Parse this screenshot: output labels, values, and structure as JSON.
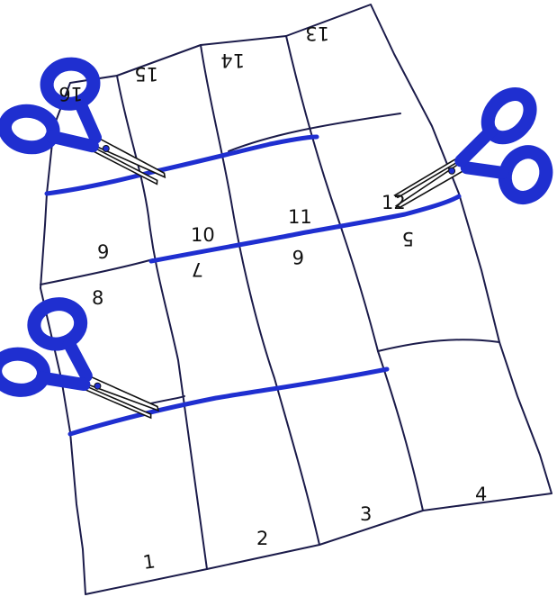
{
  "diagram": {
    "colors": {
      "paper": "#ffffff",
      "grid_line": "#1b1b4a",
      "cut_line": "#1f2fd0",
      "scissor_handle": "#1f2fd0",
      "scissor_blade": "#ffffff"
    },
    "icons": [
      "scissors-icon",
      "scissors-icon",
      "scissors-icon"
    ],
    "cells": {
      "c1": "1",
      "c2": "2",
      "c3": "3",
      "c4": "4",
      "c5": "5",
      "c6": "6",
      "c7": "7",
      "c8": "8",
      "c9": "9",
      "c10": "10",
      "c11": "11",
      "c12": "12",
      "c13": "13",
      "c14": "14",
      "c15": "15",
      "c16": "16"
    }
  }
}
